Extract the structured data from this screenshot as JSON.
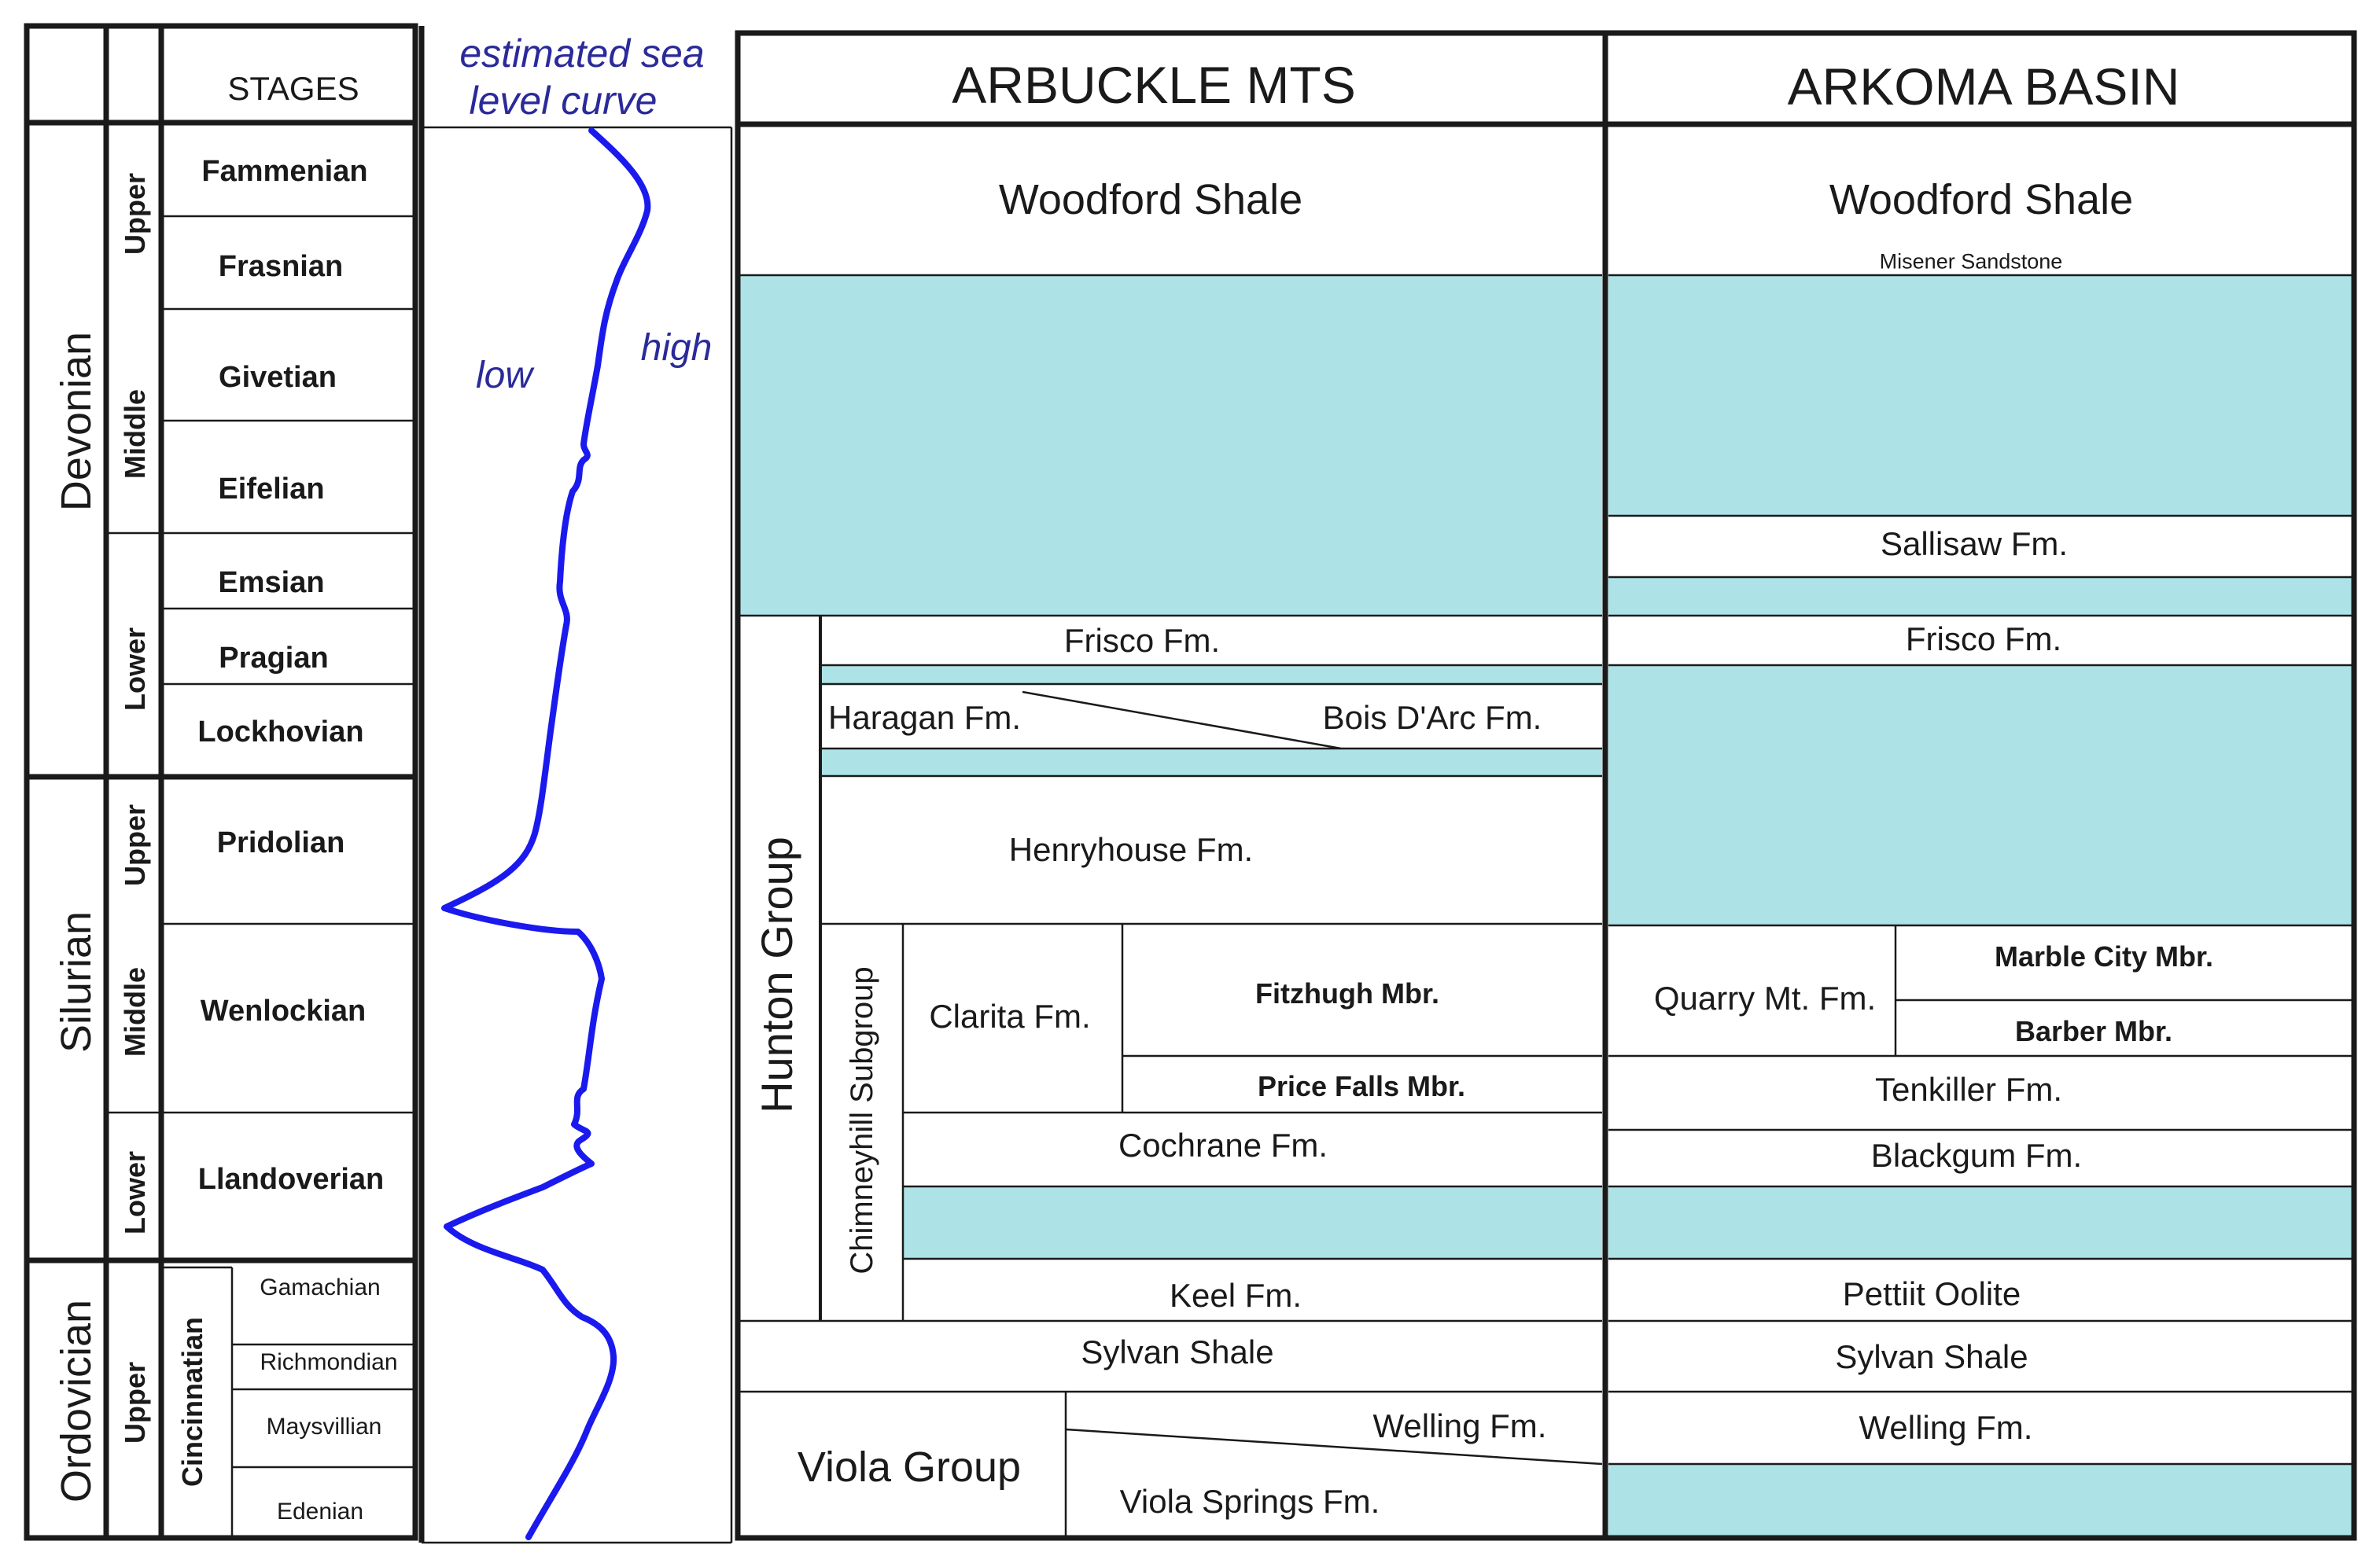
{
  "headers": {
    "stages": "STAGES",
    "sea_level_title_line1": "estimated sea",
    "sea_level_title_line2": "level curve",
    "arbuckle": "ARBUCKLE MTS",
    "arkoma": "ARKOMA BASIN"
  },
  "sea_level": {
    "low": "low",
    "high": "high"
  },
  "periods": {
    "devonian": "Devonian",
    "silurian": "Silurian",
    "ordovician": "Ordovician"
  },
  "epochs": {
    "dev_upper": "Upper",
    "dev_middle": "Middle",
    "dev_lower": "Lower",
    "sil_upper": "Upper",
    "sil_middle": "Middle",
    "sil_lower": "Lower",
    "ord_upper": "Upper",
    "cincinnatian": "Cincinnatian"
  },
  "stages": {
    "famennian": "Fammenian",
    "frasnian": "Frasnian",
    "givetian": "Givetian",
    "eifelian": "Eifelian",
    "emsian": "Emsian",
    "pragian": "Pragian",
    "lockhovian": "Lockhovian",
    "pridolian": "Pridolian",
    "wenlockian": "Wenlockian",
    "llandoverian": "Llandoverian",
    "gamachian": "Gamachian",
    "richmondian": "Richmondian",
    "maysvillian": "Maysvillian",
    "edenian": "Edenian"
  },
  "arbuckle_units": {
    "woodford": "Woodford Shale",
    "frisco": "Frisco Fm.",
    "haragan": "Haragan Fm.",
    "bois_darc": "Bois D'Arc Fm.",
    "henryhouse": "Henryhouse Fm.",
    "hunton_group": "Hunton Group",
    "chimneyhill": "Chimneyhill  Subgroup",
    "clarita": "Clarita Fm.",
    "fitzhugh": "Fitzhugh Mbr.",
    "price_falls": "Price Falls Mbr.",
    "cochrane": "Cochrane Fm.",
    "keel": "Keel Fm.",
    "sylvan": "Sylvan Shale",
    "viola_group": "Viola Group",
    "welling": "Welling Fm.",
    "viola_springs": "Viola Springs Fm."
  },
  "arkoma_units": {
    "woodford": "Woodford Shale",
    "misener": "Misener Sandstone",
    "sallisaw": "Sallisaw Fm.",
    "frisco": "Frisco Fm.",
    "quarry_mt": "Quarry Mt. Fm.",
    "marble_city": "Marble City Mbr.",
    "barber": "Barber Mbr.",
    "tenkiller": "Tenkiller Fm.",
    "blackgum": "Blackgum Fm.",
    "pettiit": "Pettiit Oolite",
    "sylvan": "Sylvan Shale",
    "welling": "Welling Fm."
  },
  "colors": {
    "hiatus": "#ade3e6",
    "curve": "#1a1aee",
    "line": "#1a1a1a"
  }
}
